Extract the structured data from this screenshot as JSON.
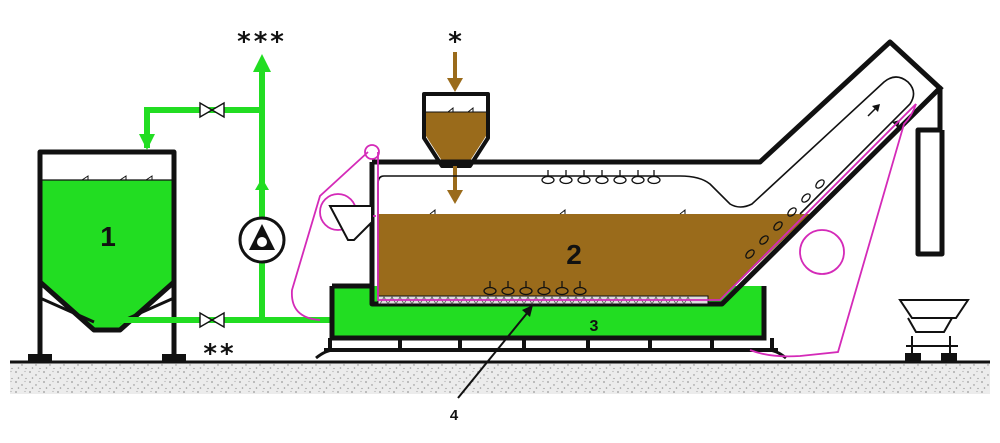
{
  "labels": {
    "tank": "1",
    "washer": "2",
    "basin": "3",
    "filter": "4",
    "product_in": "*",
    "water_in": "**",
    "water_out": "***"
  },
  "colors": {
    "water": "#22dd22",
    "product": "#9a6b1b",
    "structure": "#111111",
    "belt": "#d42ab8",
    "ground": "#e2e2e2",
    "arrow_product": "#9a6b1b"
  },
  "icons": [
    "pump-icon",
    "valve-icon",
    "cart-icon"
  ]
}
